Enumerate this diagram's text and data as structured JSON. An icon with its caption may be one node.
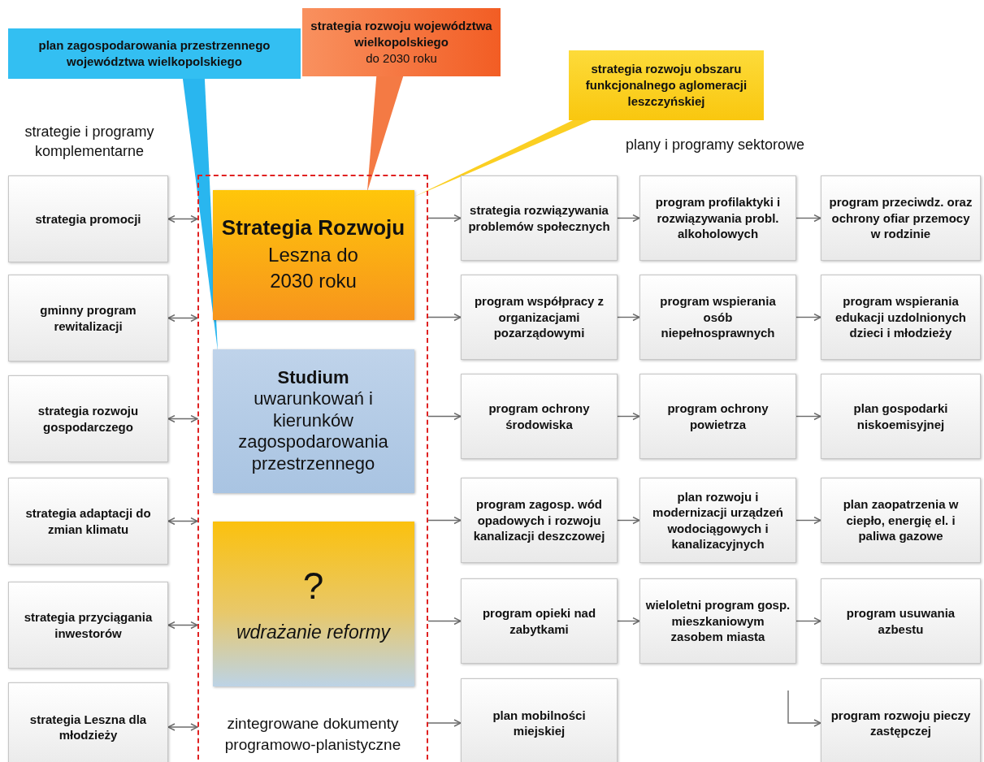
{
  "diagram": {
    "nodes": [
      {
        "text": [
          "plan zagospodarowania przestrzennego województwa wielkopolskiego"
        ]
      },
      {
        "text": [
          "strategia rozwoju województwa wielkopolskiego",
          "do 2030 roku"
        ]
      },
      {
        "text": [
          "strategia rozwoju obszaru funkcjonalnego aglomeracji leszczyńskiej"
        ]
      },
      {
        "text": [
          "zintegrowane dokumenty programowo-planistyczne"
        ]
      },
      {
        "text": [
          "Strategia Rozwoju",
          "Leszna do 2030 roku"
        ],
        "in": 3
      },
      {
        "text": [
          "Studium",
          "uwarunkowań i kierunków zagospodarowania przestrzennego"
        ],
        "in": 3
      },
      {
        "text": [
          "?",
          "wdrażanie reformy"
        ],
        "in": 3
      },
      {
        "text": [
          "strategia promocji"
        ]
      },
      {
        "text": [
          "gminny program rewitalizacji"
        ]
      },
      {
        "text": [
          "strategia rozwoju gospodarczego"
        ]
      },
      {
        "text": [
          "strategia adaptacji do zmian klimatu"
        ]
      },
      {
        "text": [
          "strategia przyciągania inwestorów"
        ]
      },
      {
        "text": [
          "strategia Leszna dla młodzieży"
        ]
      },
      {
        "text": [
          "strategia rozwiązywania problemów społecznych"
        ]
      },
      {
        "text": [
          "program profilaktyki i rozwiązywania probl. alkoholowych"
        ]
      },
      {
        "text": [
          "program przeciwdz. oraz ochrony ofiar przemocy w rodzinie"
        ]
      },
      {
        "text": [
          "program współpracy z organizacjami pozarządowymi"
        ]
      },
      {
        "text": [
          "program wspierania osób niepełnosprawnych"
        ]
      },
      {
        "text": [
          "program wspierania edukacji uzdolnionych dzieci i młodzieży"
        ]
      },
      {
        "text": [
          "program ochrony środowiska"
        ]
      },
      {
        "text": [
          "program ochrony powietrza"
        ]
      },
      {
        "text": [
          "plan gospodarki niskoemisyjnej"
        ]
      },
      {
        "text": [
          "program zagosp. wód opadowych i rozwoju kanalizacji deszczowej"
        ]
      },
      {
        "text": [
          "plan rozwoju i modernizacji urządzeń wodociągowych i kanalizacyjnych"
        ]
      },
      {
        "text": [
          "plan zaopatrzenia w ciepło, energię el. i paliwa gazowe"
        ]
      },
      {
        "text": [
          "program opieki nad zabytkami"
        ]
      },
      {
        "text": [
          "wieloletni program gosp. mieszkaniowym zasobem miasta"
        ]
      },
      {
        "text": [
          "program usuwania azbestu"
        ]
      },
      {
        "text": [
          "plan mobilności miejskiej"
        ]
      },
      {
        "text": [
          "program rozwoju pieczy zastępczej"
        ]
      }
    ],
    "edges": [
      {
        "from": 0,
        "to": 5,
        "arrow": "none"
      },
      {
        "from": 1,
        "to": 4,
        "arrow": "none"
      },
      {
        "from": 2,
        "to": 4,
        "arrow": "none"
      },
      {
        "from": 7,
        "to": 3,
        "arrow": "both"
      },
      {
        "from": 8,
        "to": 3,
        "arrow": "both"
      },
      {
        "from": 9,
        "to": 3,
        "arrow": "both"
      },
      {
        "from": 10,
        "to": 3,
        "arrow": "both"
      },
      {
        "from": 11,
        "to": 3,
        "arrow": "both"
      },
      {
        "from": 12,
        "to": 3,
        "arrow": "both"
      },
      {
        "from": 3,
        "to": 13,
        "arrow": "to"
      },
      {
        "from": 3,
        "to": 16,
        "arrow": "to"
      },
      {
        "from": 3,
        "to": 19,
        "arrow": "to"
      },
      {
        "from": 3,
        "to": 22,
        "arrow": "to"
      },
      {
        "from": 3,
        "to": 25,
        "arrow": "to"
      },
      {
        "from": 3,
        "to": 28,
        "arrow": "to"
      },
      {
        "from": 13,
        "to": 14,
        "arrow": "to"
      },
      {
        "from": 14,
        "to": 15,
        "arrow": "to"
      },
      {
        "from": 16,
        "to": 17,
        "arrow": "to"
      },
      {
        "from": 17,
        "to": 18,
        "arrow": "to"
      },
      {
        "from": 19,
        "to": 20,
        "arrow": "to"
      },
      {
        "from": 20,
        "to": 21,
        "arrow": "to"
      },
      {
        "from": 22,
        "to": 23,
        "arrow": "to"
      },
      {
        "from": 23,
        "to": 24,
        "arrow": "to"
      },
      {
        "from": 25,
        "to": 26,
        "arrow": "to"
      },
      {
        "from": 26,
        "to": 27,
        "arrow": "to"
      },
      {
        "from": null,
        "to": 29,
        "arrow": "to"
      }
    ],
    "labels": [
      "strategie i programy komplementarne",
      "plany i programy sektorowe"
    ]
  }
}
